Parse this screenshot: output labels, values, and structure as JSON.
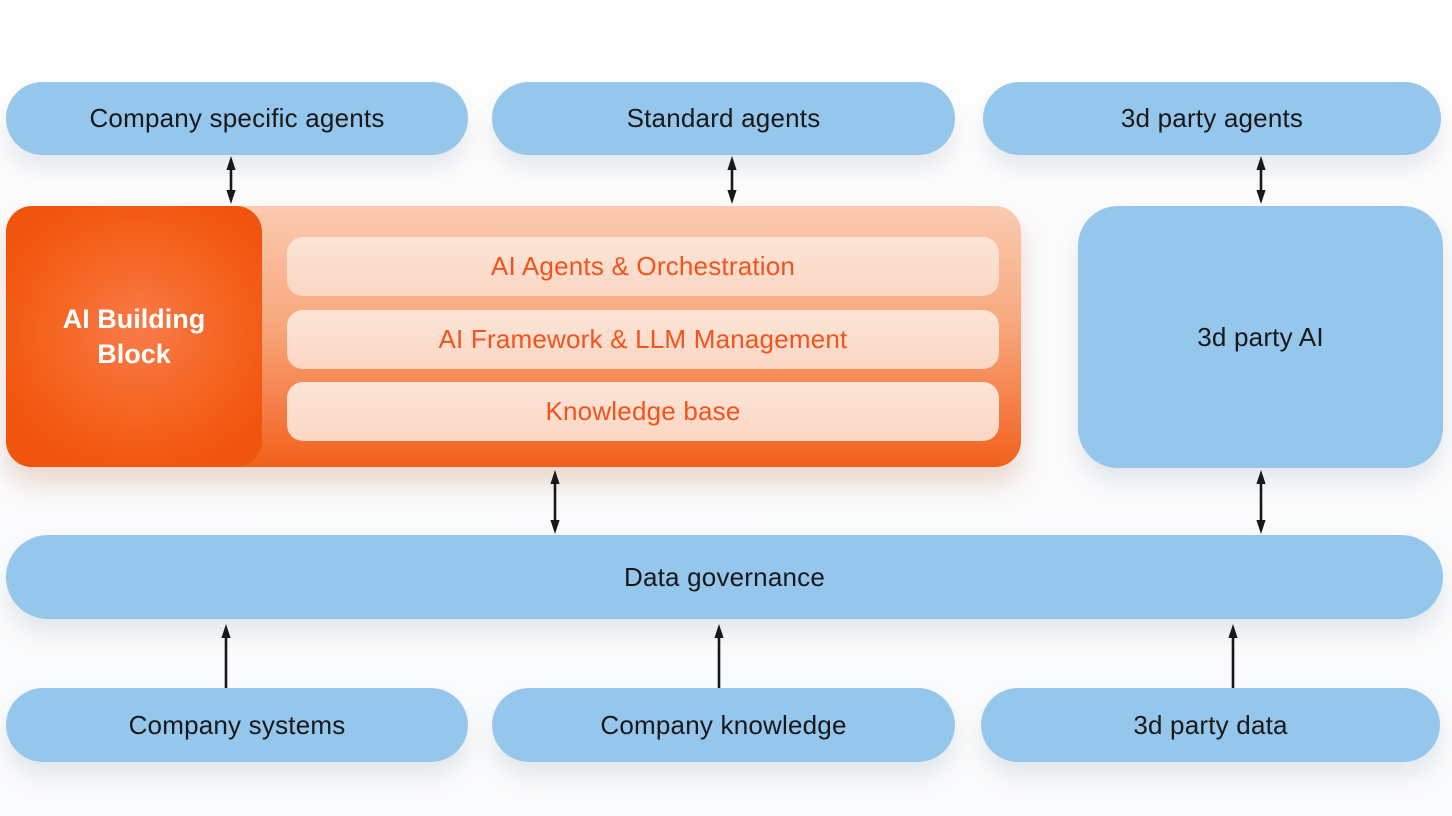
{
  "diagram": {
    "top_row": [
      {
        "label": "Company specific agents"
      },
      {
        "label": "Standard agents"
      },
      {
        "label": "3d party agents"
      }
    ],
    "ai_building_block": {
      "title": "AI Building Block",
      "layers": [
        {
          "label": "AI Agents & Orchestration"
        },
        {
          "label": "AI Framework & LLM Management"
        },
        {
          "label": "Knowledge base"
        }
      ]
    },
    "third_party_ai": {
      "label": "3d party AI"
    },
    "data_governance": {
      "label": "Data governance"
    },
    "bottom_row": [
      {
        "label": "Company systems"
      },
      {
        "label": "Company knowledge"
      },
      {
        "label": "3d party data"
      }
    ],
    "connections": [
      {
        "from": "Company specific agents",
        "to": "AI Building Block",
        "type": "bidirectional"
      },
      {
        "from": "Standard agents",
        "to": "AI Building Block",
        "type": "bidirectional"
      },
      {
        "from": "3d party agents",
        "to": "3d party AI",
        "type": "bidirectional"
      },
      {
        "from": "AI Building Block",
        "to": "Data governance",
        "type": "bidirectional"
      },
      {
        "from": "3d party AI",
        "to": "Data governance",
        "type": "bidirectional"
      },
      {
        "from": "Company systems",
        "to": "Data governance",
        "type": "up"
      },
      {
        "from": "Company knowledge",
        "to": "Data governance",
        "type": "up"
      },
      {
        "from": "3d party data",
        "to": "Data governance",
        "type": "up"
      }
    ],
    "colors": {
      "node_blue": "#95C6EC",
      "block_orange_deep": "#F1540D",
      "panel_orange_top": "#FBCBB1",
      "panel_orange_bottom": "#F2601A",
      "layer_peach": "#FCDCCB",
      "layer_text_orange": "#F2541B",
      "text_dark": "#17181A",
      "arrow_black": "#17181A"
    }
  }
}
